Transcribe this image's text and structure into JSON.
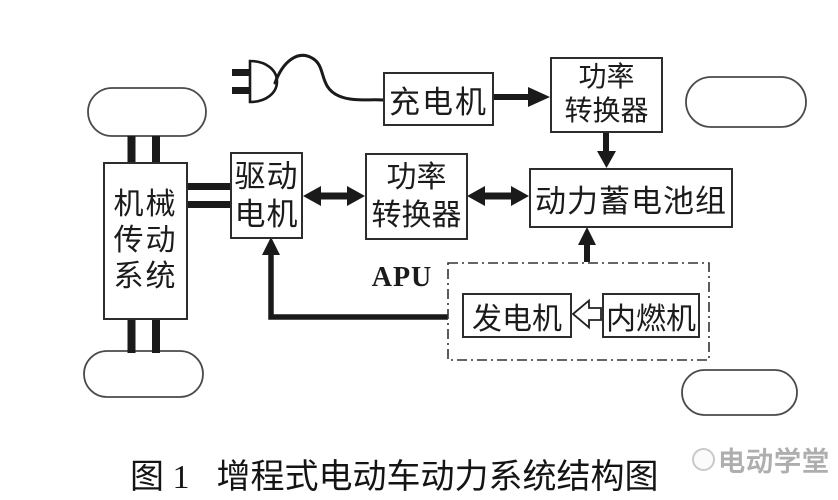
{
  "diagram": {
    "caption": {
      "prefix": "图 1",
      "title": "增程式电动车动力系统结构图"
    },
    "watermark": {
      "text": "电动学堂"
    },
    "apu_label": "APU",
    "nodes": {
      "transmission": {
        "lines": [
          "机械",
          "传动",
          "系统"
        ]
      },
      "drive_motor": {
        "lines": [
          "驱动",
          "电机"
        ]
      },
      "converter_mid": {
        "lines": [
          "功率",
          "转换器"
        ]
      },
      "converter_top": {
        "lines": [
          "功率",
          "转换器"
        ]
      },
      "charger": {
        "label": "充电机"
      },
      "battery": {
        "label": "动力蓄电池组"
      },
      "generator": {
        "label": "发电机"
      },
      "engine": {
        "label": "内燃机"
      }
    },
    "edges": [
      {
        "from": "电源插头",
        "to": "充电机",
        "type": "cord"
      },
      {
        "from": "充电机",
        "to": "功率转换器(上)",
        "type": "arrow"
      },
      {
        "from": "功率转换器(上)",
        "to": "动力蓄电池组",
        "type": "arrow"
      },
      {
        "from": "驱动电机",
        "to": "功率转换器(中)",
        "type": "double-arrow"
      },
      {
        "from": "功率转换器(中)",
        "to": "动力蓄电池组",
        "type": "double-arrow"
      },
      {
        "from": "APU",
        "to": "动力蓄电池组",
        "type": "arrow"
      },
      {
        "from": "APU",
        "to": "驱动电机",
        "type": "arrow"
      },
      {
        "from": "内燃机",
        "to": "发电机",
        "type": "hollow-arrow"
      },
      {
        "from": "机械传动系统",
        "to": "驱动电机",
        "type": "shaft"
      },
      {
        "from": "机械传动系统",
        "to": "车轮",
        "type": "axle"
      }
    ],
    "colors": {
      "line": "#1a1a1a",
      "box_border": "#2d2d2d",
      "wheel_outline": "#4a4a4a",
      "watermark": "#9a9a9a",
      "background": "#ffffff"
    }
  }
}
